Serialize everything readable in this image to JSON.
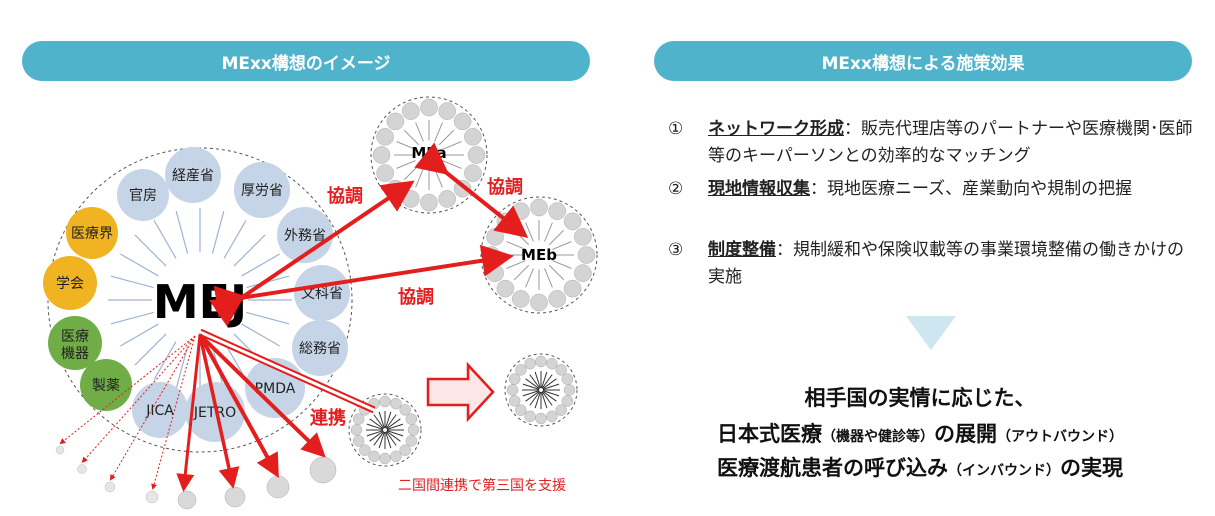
{
  "left_header": "MExx構想のイメージ",
  "right_header": "MExx構想による施策効果",
  "diagram": {
    "center_label": "MEJ",
    "nodes": [
      {
        "id": "kanbo",
        "label": "官房",
        "color": "#c6d4e8"
      },
      {
        "id": "keisan",
        "label": "経産省",
        "color": "#c6d4e8"
      },
      {
        "id": "kosei",
        "label": "厚労省",
        "color": "#c6d4e8"
      },
      {
        "id": "gaimu",
        "label": "外務省",
        "color": "#c6d4e8"
      },
      {
        "id": "monka",
        "label": "文科省",
        "color": "#c6d4e8"
      },
      {
        "id": "somu",
        "label": "総務省",
        "color": "#c6d4e8"
      },
      {
        "id": "pmda",
        "label": "PMDA",
        "color": "#c6d4e8"
      },
      {
        "id": "jetro",
        "label": "JETRO",
        "color": "#c6d4e8"
      },
      {
        "id": "jica",
        "label": "JICA",
        "color": "#c6d4e8"
      },
      {
        "id": "seiyaku",
        "label": "製薬",
        "color": "#70ad47"
      },
      {
        "id": "iryokiki",
        "label": "医療機器",
        "label_line1": "医療",
        "label_line2": "機器",
        "color": "#70ad47"
      },
      {
        "id": "gakkai",
        "label": "学会",
        "color": "#f0b321"
      },
      {
        "id": "iryokai",
        "label": "医療界",
        "color": "#f0b321"
      }
    ],
    "mea_label": "MEa",
    "meb_label": "MEb",
    "kyocho_1": "協調",
    "kyocho_2": "協調",
    "kyocho_3": "協調",
    "renkei": "連携",
    "third_country": "二国間連携で第三国を支援",
    "accent_color": "#e41d1d"
  },
  "effects": [
    {
      "num": "①",
      "title": "ネットワーク形成",
      "text": "：販売代理店等のパートナーや医療機関･医師等のキーパーソンとの効率的なマッチング"
    },
    {
      "num": "②",
      "title": "現地情報収集",
      "text": "：現地医療ニーズ、産業動向や規制の把握"
    },
    {
      "num": "③",
      "title": "制度整備",
      "text": "：規制緩和や保険収載等の事業環境整備の働きかけの実施"
    }
  ],
  "conclusion": {
    "line1": "相手国の実情に応じた、",
    "line2_main": "日本式医療",
    "line2_small1": "（機器や健診等）",
    "line2_mid": "の展開",
    "line2_small2": "（アウトバウンド）",
    "line3_main": "医療渡航患者の呼び込み",
    "line3_small": "（インバウンド）",
    "line3_end": "の実現"
  }
}
